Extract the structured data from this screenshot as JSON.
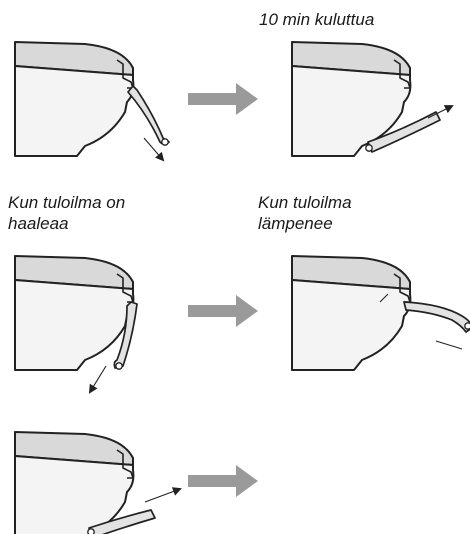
{
  "labels": {
    "after_10_min": "10 min kuluttua",
    "supply_lukewarm": "Kun tuloilma on\nhaaleaa",
    "supply_warming": "Kun tuloilma\nlämpenee"
  },
  "colors": {
    "transition_arrow": "#9a9a9a",
    "outline": "#222222",
    "unit_fill": "#f4f4f4",
    "top_fill": "#d9d9d9"
  }
}
